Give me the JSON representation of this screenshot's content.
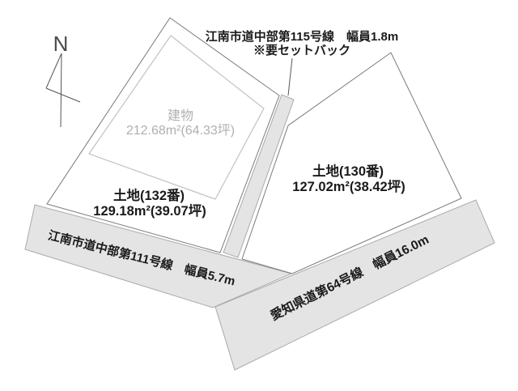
{
  "title_note": {
    "line1": "江南市道中部第115号線　幅員1.8m",
    "line2": "※要セットバック"
  },
  "compass": {
    "label": "N"
  },
  "building": {
    "label": "建物",
    "area": "212.68m²(64.33坪)"
  },
  "parcel_132": {
    "label": "土地(132番)",
    "area": "129.18m²(39.07坪)"
  },
  "parcel_130": {
    "label": "土地(130番)",
    "area": "127.02m²(38.42坪)"
  },
  "road_bottom": {
    "label": "江南市道中部第111号線　幅員5.7m"
  },
  "road_diagonal": {
    "label": "愛知県道第64号線　幅員16.0m"
  },
  "colors": {
    "road_fill": "#e4e4e4",
    "road_stroke": "#aaaaaa",
    "parcel_stroke": "#7a7a7a",
    "building_stroke": "#c2c2c2",
    "text": "#1a1a1a",
    "building_text": "#b0b0b0",
    "compass": "#4a4a4a"
  }
}
